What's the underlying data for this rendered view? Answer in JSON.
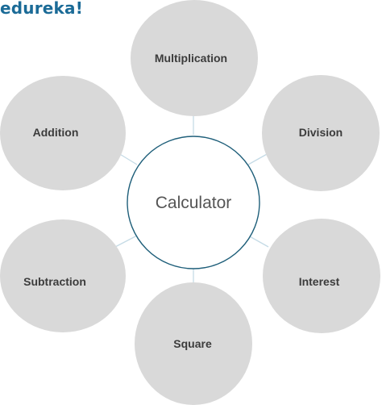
{
  "brand": {
    "logo_text": "edureka!",
    "logo_color": "#1b6b97"
  },
  "diagram": {
    "center": {
      "label": "Calculator",
      "border_color": "#1f5f7a"
    },
    "nodes": [
      {
        "id": "multiplication",
        "label": "Multiplication"
      },
      {
        "id": "division",
        "label": "Division"
      },
      {
        "id": "interest",
        "label": "Interest"
      },
      {
        "id": "square",
        "label": "Square"
      },
      {
        "id": "subtraction",
        "label": "Subtraction"
      },
      {
        "id": "addition",
        "label": "Addition"
      }
    ],
    "node_fill": "#d9d9d9",
    "connector_color": "#c5dbe6"
  }
}
